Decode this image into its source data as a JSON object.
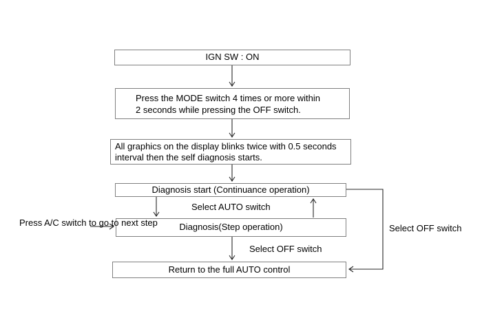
{
  "diagram": {
    "boxes": {
      "ign": {
        "text": "IGN SW : ON"
      },
      "mode": {
        "line1": "Press the MODE switch 4 times or more within",
        "line2": "2 seconds while pressing the OFF switch."
      },
      "blink": {
        "line1": "All graphics on the display blinks twice with 0.5 seconds",
        "line2": "interval then the self diagnosis starts."
      },
      "diag_start": {
        "text": "Diagnosis start (Continuance operation)"
      },
      "diag_step": {
        "text": "Diagnosis(Step operation)"
      },
      "return_auto": {
        "text": "Return to the full AUTO control"
      }
    },
    "labels": {
      "select_auto": "Select AUTO switch",
      "select_off_step": "Select OFF switch",
      "select_off_loop": "Select OFF switch",
      "press_ac_line1": "Press A/C switch",
      "press_ac_line2": "to go to next step"
    },
    "colors": {
      "background": "#ffffff",
      "box_border": "#7f7f7f",
      "connector": "#262626",
      "text": "#000000"
    }
  }
}
